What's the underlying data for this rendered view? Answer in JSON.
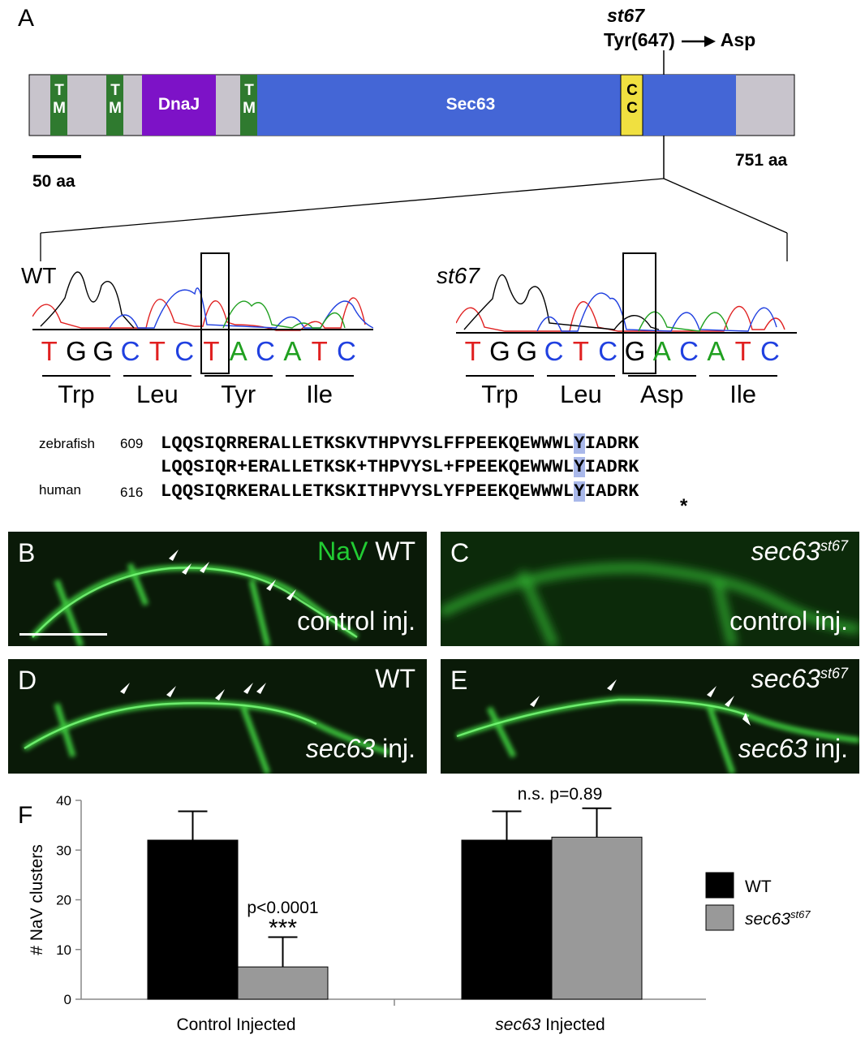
{
  "panel_a": {
    "letter": "A",
    "mutation_name": "st67",
    "mutation_change": "Tyr(647)",
    "mutation_target": "Asp",
    "domains": [
      {
        "label": "T\nM",
        "color": "#2f7a2f"
      },
      {
        "label": "T\nM",
        "color": "#2f7a2f"
      },
      {
        "label": "DnaJ",
        "color": "#7d12c7"
      },
      {
        "label": "T\nM",
        "color": "#2f7a2f"
      },
      {
        "label": "Sec63",
        "color": "#4466d6"
      },
      {
        "label": "C\nC",
        "color": "#f0e040"
      }
    ],
    "tm_label": [
      "T",
      "M"
    ],
    "cc_label": [
      "C",
      "C"
    ],
    "scale_bar_label": "50 aa",
    "length_label": "751 aa",
    "backbone_color": "#c8c4cc",
    "wt_label": "WT",
    "mut_label": "st67",
    "wt_bases": [
      {
        "b": "T",
        "c": "#e02020"
      },
      {
        "b": "G",
        "c": "#000000"
      },
      {
        "b": "G",
        "c": "#000000"
      },
      {
        "b": "C",
        "c": "#2040e0"
      },
      {
        "b": "T",
        "c": "#e02020"
      },
      {
        "b": "C",
        "c": "#2040e0"
      },
      {
        "b": "T",
        "c": "#e02020"
      },
      {
        "b": "A",
        "c": "#20a020"
      },
      {
        "b": "C",
        "c": "#2040e0"
      },
      {
        "b": "A",
        "c": "#20a020"
      },
      {
        "b": "T",
        "c": "#e02020"
      },
      {
        "b": "C",
        "c": "#2040e0"
      }
    ],
    "mut_bases": [
      {
        "b": "T",
        "c": "#e02020"
      },
      {
        "b": "G",
        "c": "#000000"
      },
      {
        "b": "G",
        "c": "#000000"
      },
      {
        "b": "C",
        "c": "#2040e0"
      },
      {
        "b": "T",
        "c": "#e02020"
      },
      {
        "b": "C",
        "c": "#2040e0"
      },
      {
        "b": "G",
        "c": "#000000"
      },
      {
        "b": "A",
        "c": "#20a020"
      },
      {
        "b": "C",
        "c": "#2040e0"
      },
      {
        "b": "A",
        "c": "#20a020"
      },
      {
        "b": "T",
        "c": "#e02020"
      },
      {
        "b": "C",
        "c": "#2040e0"
      }
    ],
    "wt_codons": [
      "Trp",
      "Leu",
      "Tyr",
      "Ile"
    ],
    "mut_codons": [
      "Trp",
      "Leu",
      "Asp",
      "Ile"
    ],
    "alignment": {
      "zebrafish_label": "zebrafish",
      "zebrafish_start": "609",
      "zebrafish_pre": "LQQSIQRRERALLETKSKVTHPVYSLFFPEEKQEWWWL",
      "zebrafish_hl": "Y",
      "zebrafish_post": "IADRK",
      "consensus_pre": "LQQSIQR+ERALLETKSK+THPVYSL+FPEEKQEWWWL",
      "consensus_hl": "Y",
      "consensus_post": "IADRK",
      "human_label": "human",
      "human_start": "616",
      "human_pre": "LQQSIQRKERALLETKSKITHPVYSLYFPEEKQEWWWL",
      "human_hl": "Y",
      "human_post": "IADRK",
      "asterisk": "*"
    }
  },
  "panels_micro": {
    "b_letter": "B",
    "b_stain": "NaV",
    "b_genotype": "WT",
    "b_treatment": "control inj.",
    "c_letter": "C",
    "c_genotype": "sec63",
    "c_sup": "st67",
    "c_treatment": "control inj.",
    "d_letter": "D",
    "d_genotype": "WT",
    "d_treatment_italic": "sec63",
    "d_treatment": " inj.",
    "e_letter": "E",
    "e_genotype": "sec63",
    "e_sup": "st67",
    "e_treatment_italic": "sec63",
    "e_treatment": " inj.",
    "stain_color": "#22cc33"
  },
  "chart_data": {
    "type": "bar",
    "panel_letter": "F",
    "ylabel": "# NaV clusters",
    "ylim": [
      0,
      40
    ],
    "yticks": [
      0,
      10,
      20,
      30,
      40
    ],
    "groups": [
      "Control Injected",
      "sec63 Injected"
    ],
    "group_label_italic": [
      "",
      "sec63"
    ],
    "group_label_rest": [
      "Control Injected",
      " Injected"
    ],
    "series": [
      {
        "name": "WT",
        "color": "#000000",
        "values": [
          32,
          32
        ],
        "errors": [
          5.8,
          5.8
        ]
      },
      {
        "name": "sec63st67",
        "color": "#999999",
        "values": [
          6.5,
          32.6
        ],
        "errors": [
          6.0,
          5.8
        ]
      }
    ],
    "annotations": [
      {
        "group": 0,
        "text": "p<0.0001",
        "stars": "***"
      },
      {
        "group": 1,
        "text": "n.s. p=0.89",
        "stars": ""
      }
    ],
    "legend": {
      "position": "right",
      "wt": "WT",
      "mut_main": "sec63",
      "mut_sup": "st67"
    }
  }
}
